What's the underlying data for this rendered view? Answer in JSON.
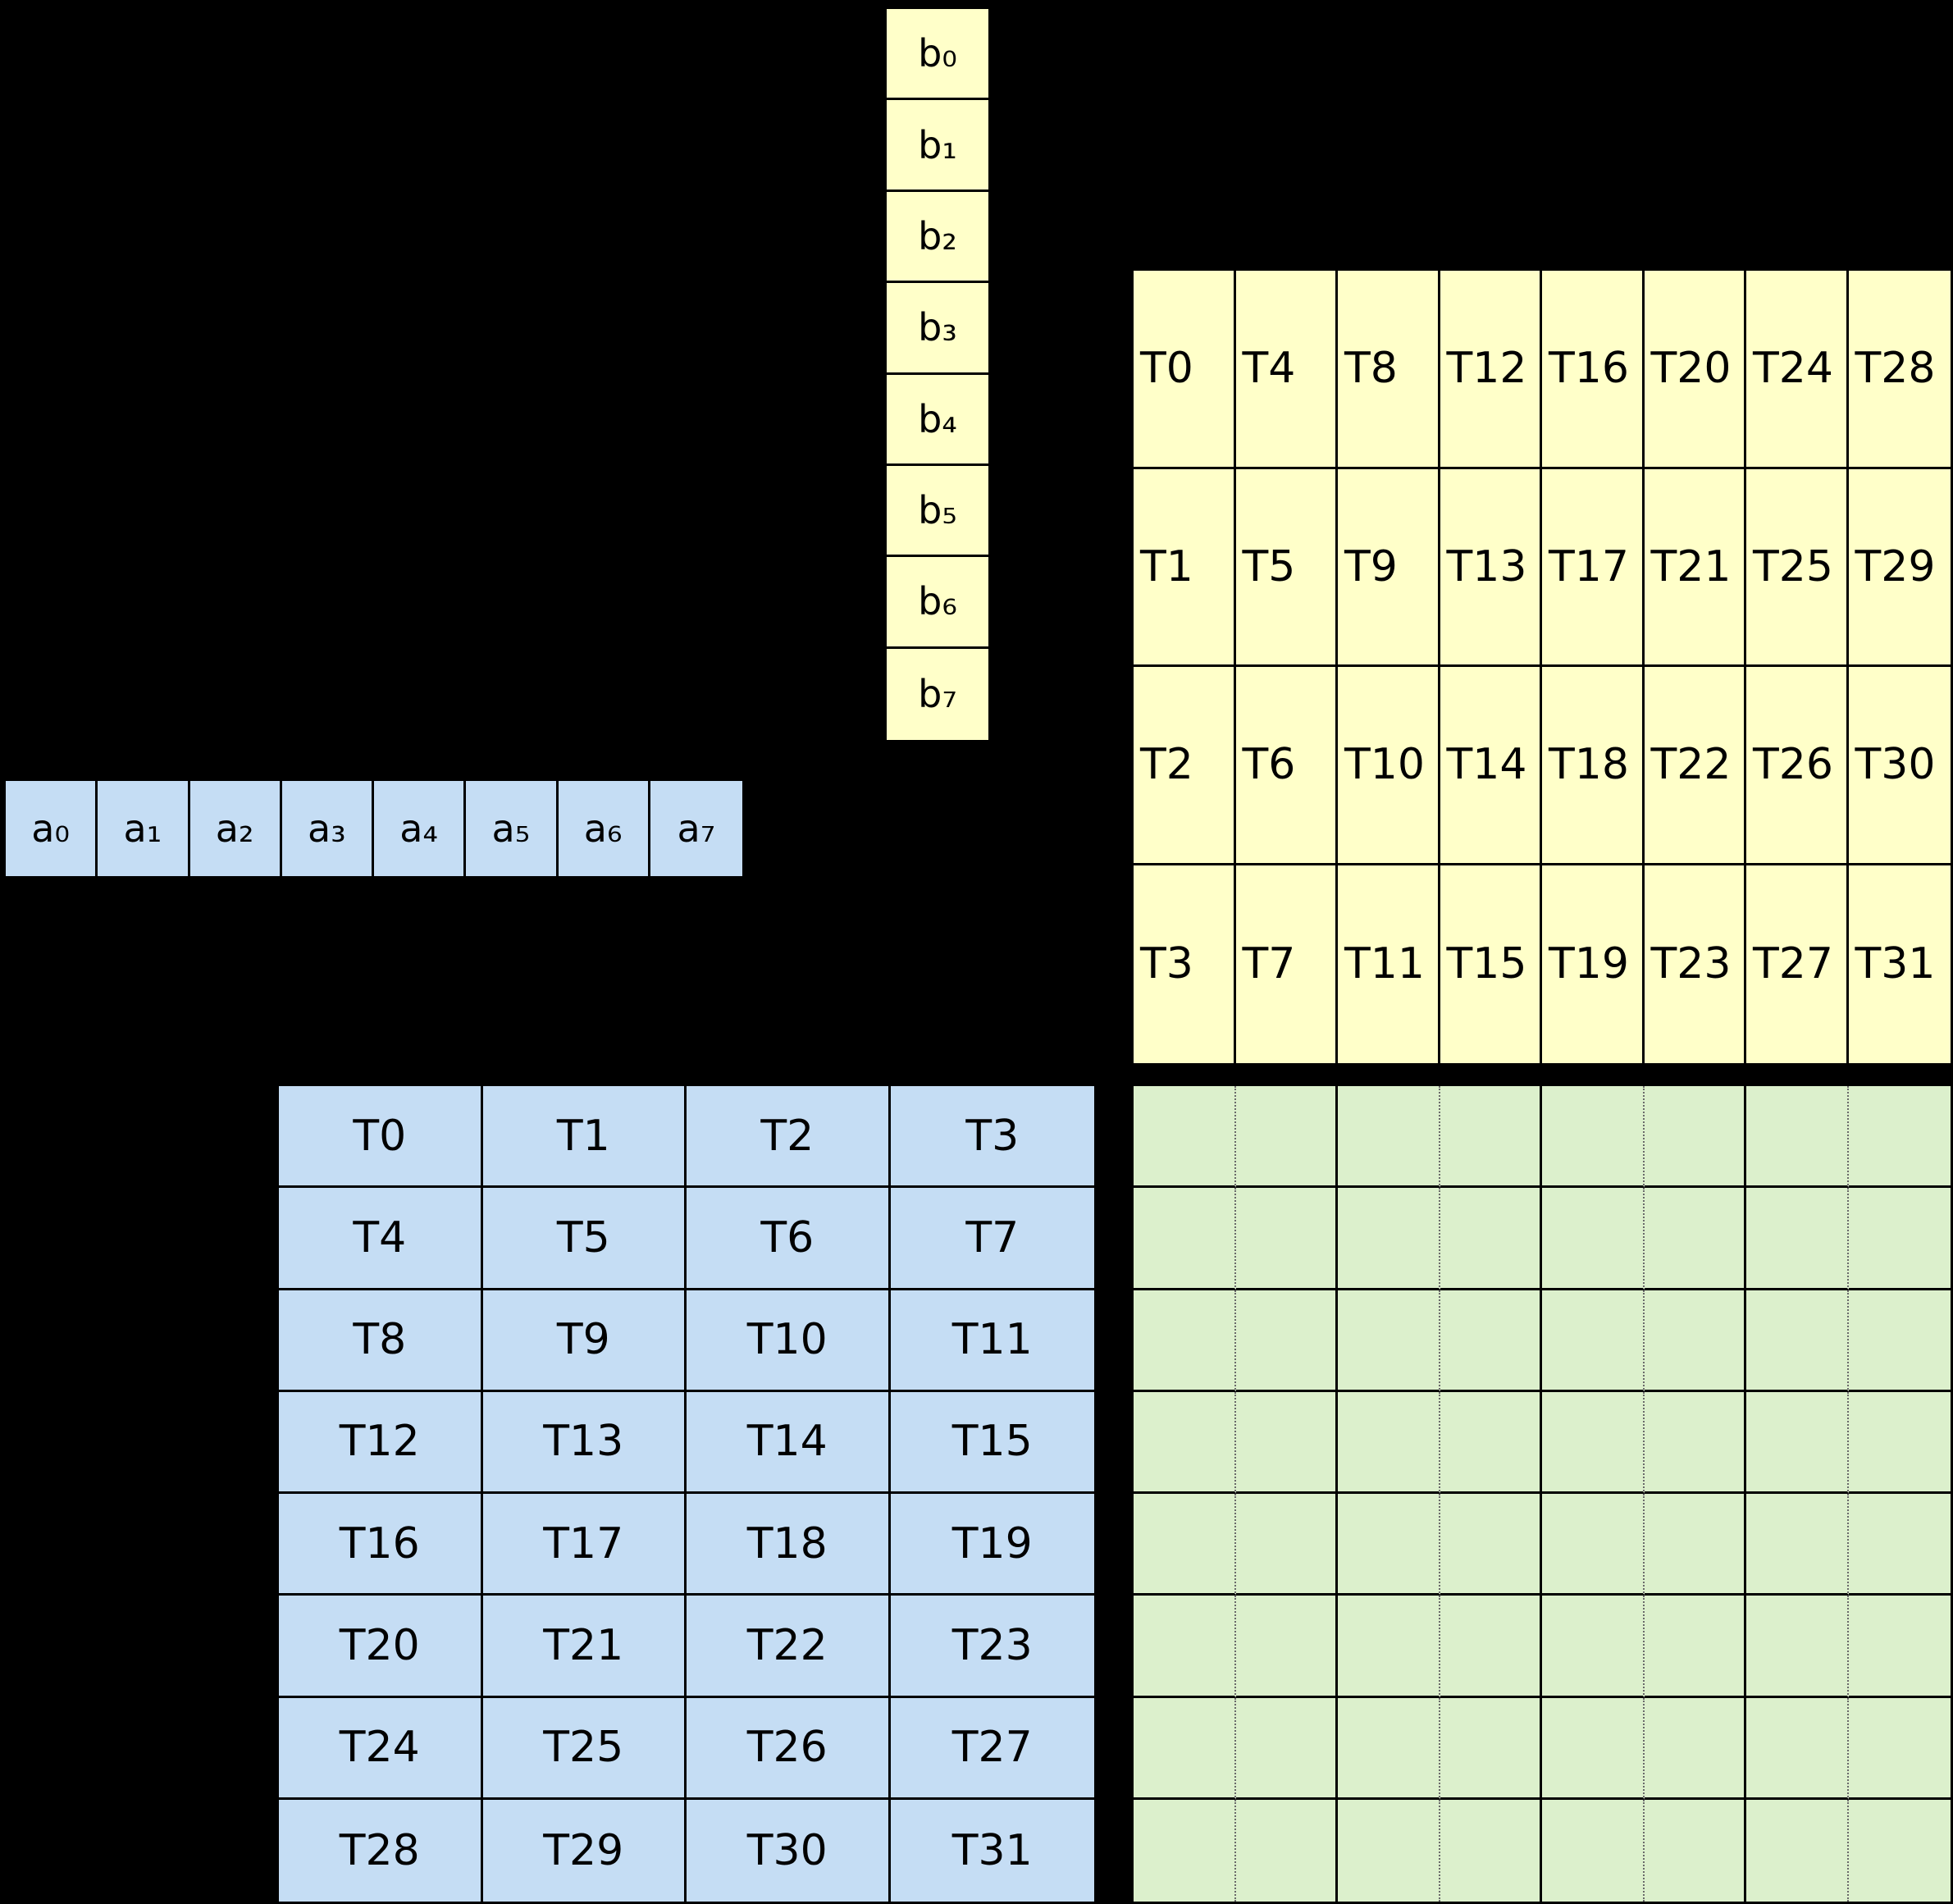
{
  "colors": {
    "background": "#000000",
    "line": "#000000",
    "yellow": "#FFFFC9",
    "blue": "#C5DDF4",
    "green": "#DCF0CC"
  },
  "b_vector": {
    "labels": [
      "b₀",
      "b₁",
      "b₂",
      "b₃",
      "b₄",
      "b₅",
      "b₆",
      "b₇"
    ]
  },
  "a_vector": {
    "labels": [
      "a₀",
      "a₁",
      "a₂",
      "a₃",
      "a₄",
      "a₅",
      "a₆",
      "a₇"
    ]
  },
  "thread_grid_yellow": {
    "rows": [
      [
        "T0",
        "T4",
        "T8",
        "T12",
        "T16",
        "T20",
        "T24",
        "T28"
      ],
      [
        "T1",
        "T5",
        "T9",
        "T13",
        "T17",
        "T21",
        "T25",
        "T29"
      ],
      [
        "T2",
        "T6",
        "T10",
        "T14",
        "T18",
        "T22",
        "T26",
        "T30"
      ],
      [
        "T3",
        "T7",
        "T11",
        "T15",
        "T19",
        "T23",
        "T27",
        "T31"
      ]
    ]
  },
  "thread_grid_blue": {
    "rows": [
      [
        "T0",
        "T1",
        "T2",
        "T3"
      ],
      [
        "T4",
        "T5",
        "T6",
        "T7"
      ],
      [
        "T8",
        "T9",
        "T10",
        "T11"
      ],
      [
        "T12",
        "T13",
        "T14",
        "T15"
      ],
      [
        "T16",
        "T17",
        "T18",
        "T19"
      ],
      [
        "T20",
        "T21",
        "T22",
        "T23"
      ],
      [
        "T24",
        "T25",
        "T26",
        "T27"
      ],
      [
        "T28",
        "T29",
        "T30",
        "T31"
      ]
    ]
  },
  "result_grid_green": {
    "rows": 8,
    "cols": 8,
    "cells_empty": true
  }
}
